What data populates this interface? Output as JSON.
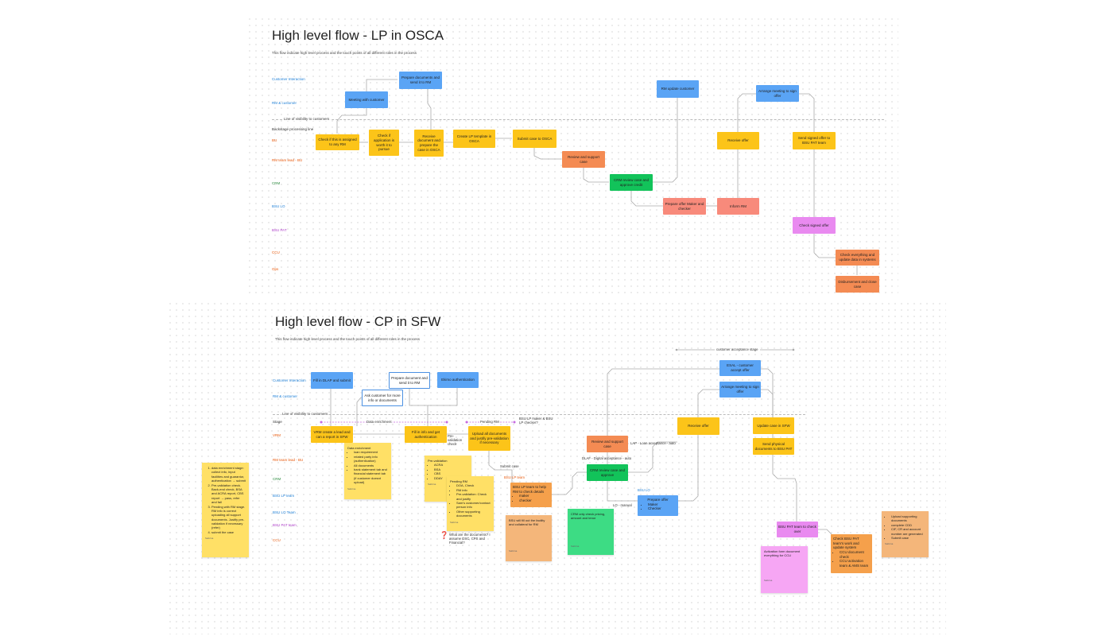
{
  "top": {
    "title": "High level flow - LP in OSCA",
    "subtitle": "This flow indicate high level process and the touch points of all different roles in the process",
    "lanes": {
      "customer_interaction": "Customer Interaction",
      "rm_customer": "RM & customer",
      "visibility": "Line of visibility to customers",
      "backstage": "Backstage processing line",
      "bu": "BU",
      "rm_team_lead": "RM team lead - BU",
      "crm": "CRM",
      "bsu_lo": "BSU LO",
      "bsu_pat": "BSU PAT",
      "ccu": "CCU",
      "ops": "Ops"
    },
    "nodes": {
      "prepare_docs": "Prepare documents and send it to RM",
      "meeting": "Meeting with customer",
      "check_rm": "Check if this is assigned to any RM",
      "check_app": "Check if application is worth it to pursue",
      "receive_doc": "Receive document and prepare the case in OSCA",
      "create_lp": "Create LP template in OSCA",
      "submit_case": "Submit case to OSCA",
      "review_support": "Review and support case",
      "crm_review": "CRM review case and approve credit",
      "prepare_offer": "Prepare offer Maker and checker",
      "inform_rm": "Inform RM",
      "rm_update": "RM update customer",
      "receive_offer": "Receive offer",
      "arrange_meeting": "Arrange meeting to sign offer",
      "send_signed": "Send signed offer to BSU PAT team",
      "check_signed": "Check signed offer",
      "check_everything": "Check everything and update data in systems",
      "disbursement": "Disbursement and close case"
    }
  },
  "bottom": {
    "title": "High level flow - CP in SFW",
    "subtitle": "This flow indicate high level process and the touch points of all different roles in the process",
    "lanes": {
      "customer_interaction": "Customer Interaction",
      "rm_customer": "RM & customer",
      "visibility": "Line of visibility to customers",
      "stage": "Stage",
      "vrm": "VRM",
      "rm_team_lead": "RM team lead - BU",
      "crm": "CRM",
      "bsu_lp": "BSU LP team",
      "bsu_lo": "BSU LO Team",
      "bsu_pat": "BSU PAT team",
      "ccu": "CCU"
    },
    "nodes": {
      "fill_dlap": "Fill in DLAP and submit",
      "prepare_doc": "Prepare document and send it to RM",
      "ekimo": "Ekimo authentication",
      "ask_customer": "Ask customer for more info or documents",
      "vrm_create": "VRM create a lead and can a report in SFW",
      "fill_info": "Fill in info and get authentication",
      "upload_docs": "Upload all documents and justify pre-validation if necessary",
      "bsu_lp_team_help": "BSU LP team to help RM to check details",
      "bsu_lp_team_help_items": [
        "maker",
        "checker"
      ],
      "review_support": "Review and support case",
      "crm_review": "CRM review case and approve",
      "prepare_offer": "Prepare offer",
      "prepare_offer_items": [
        "Maker",
        "Checker"
      ],
      "receive_offer": "Receive offer",
      "esal": "ESAL - customer accept offer",
      "arrange_meeting": "Arrange meeting to sign offer",
      "update_case": "Update case in SFW",
      "send_physical": "Send physical documents to BSU PAT",
      "bsu_pat_check": "BSU PAT team to check over",
      "check_bsu_pat": "Check BSU PAT team's work and update system",
      "check_bsu_pat_items": [
        "CCU document check",
        "CCU activation team & AMS team"
      ]
    },
    "labels": {
      "customer_acceptance": "customer acceptance stage",
      "data_enrichment": "Data enrichment",
      "pending_rm": "Pending RM",
      "bsu_lp_maker": "BSU LP maker & BSU LP checker?",
      "pre_validation_check": "Pre-validation check",
      "submit_case": "Submit case",
      "bsu_lp_team": "BSU LP team",
      "dlaf": "DLAF - Digital acceptance - auto",
      "lap": "LAP - Loan acceptance - auto",
      "lo_manual": "LO - manual",
      "bsu_lo": "BSU LO",
      "question": "What are the documents? I assume DSC, CPS and Financial?"
    },
    "stickies": {
      "left_note_items": [
        "data enrichment stage: collect info, input facilities and guarantor, authentication → submit",
        "Pre-validation check. Back-end check, BSA and ACRA report, CBS report → pass, refer and fail",
        "Pending with RM stage. RM info is correct uploading all support documents. Justify pre-validation if necessary (refer)",
        "submit the case"
      ],
      "left_note_by": "Sabrina",
      "data_enrich_title": "Data enrichment",
      "data_enrich_items": [
        "loan requirement",
        "related party info (authentication)",
        "All documents",
        "bank statement tab and financial statement tab (if customer doesnt upload)"
      ],
      "data_enrich_by": "Sabrina",
      "pre_val_title": "Pre-validation",
      "pre_val_items": [
        "ACRA",
        "BSA",
        "CBS",
        "DDAY"
      ],
      "pre_val_by": "Sabrina",
      "pending_title": "Pending RM",
      "pending_items": [
        "DOA, Check",
        "RM info",
        "Pre-validation: Check and justify",
        "Sam's customer/contact person info",
        "Other supporting documents"
      ],
      "pending_by": "Sabrina",
      "bsu_fill": "BSU will fill out the facility and collateral for RM",
      "bsu_fill_by": "Sabrina",
      "crm_note": "CRM only check pricing, amount and tenor",
      "crm_note_by": "Sabrina",
      "activation": "Activation form document everything for CCU",
      "activation_by": "Sabrina",
      "right_note_items": [
        "Upload supporting documents",
        "complete CDD",
        "CIF, CR and account number are generated",
        "Submit case"
      ],
      "right_note_by": "Sabrina"
    }
  },
  "colors": {
    "blue": "#5aa4f5",
    "yellow": "#fcc419",
    "orange": "#f5a04b",
    "salmon": "#f88a7b",
    "green": "#12c35a",
    "pink": "#e98af0",
    "lane_blue": "#1c7ed6",
    "lane_red": "#e8590c",
    "lane_green": "#2b8a3e",
    "lane_purple": "#ae3ec9"
  }
}
